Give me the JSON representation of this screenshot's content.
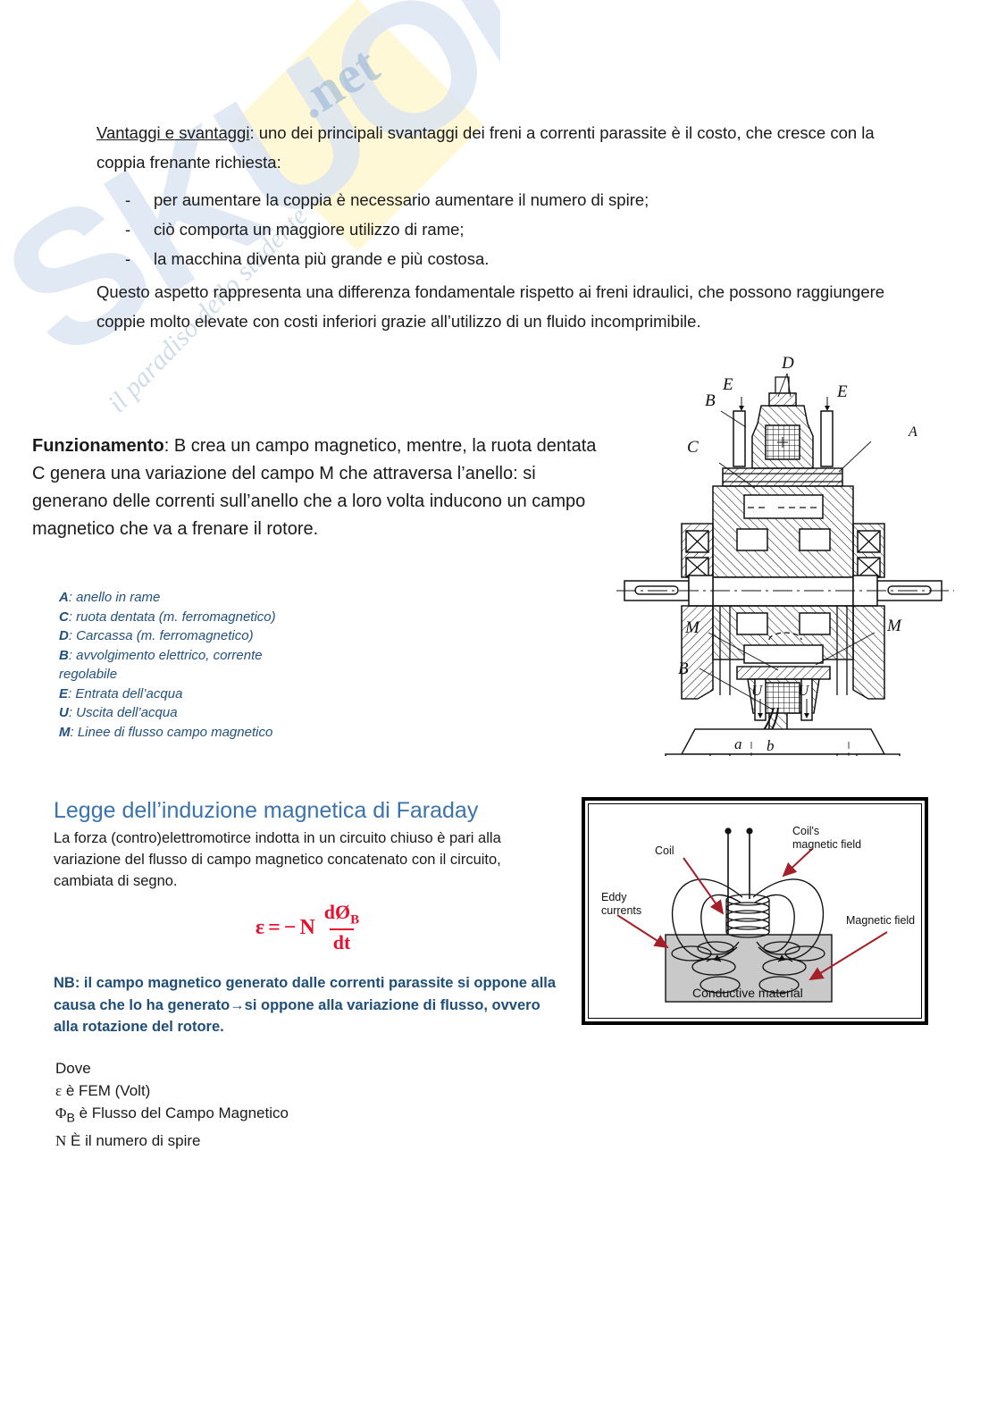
{
  "document": {
    "watermark": {
      "brand": "SKUOLA",
      "suffix": ".net",
      "tagline": "il paradiso dello studente"
    },
    "intro": {
      "lead": "Vantaggi e svantaggi",
      "rest": ": uno dei principali svantaggi dei freni a correnti parassite è il costo, che cresce con la coppia frenante richiesta:"
    },
    "bullets": [
      {
        "marker": "-",
        "text": "per aumentare la coppia è necessario aumentare il numero di spire;"
      },
      {
        "marker": "-",
        "text": "ciò comporta un maggiore utilizzo di rame;"
      },
      {
        "marker": "-",
        "text": "la macchina diventa più grande e più costosa."
      }
    ],
    "closing": "Questo aspetto rappresenta una differenza fondamentale rispetto ai freni idraulici, che possono raggiungere coppie molto elevate con costi inferiori grazie all’utilizzo di un fluido incomprimibile.",
    "funzionamento": {
      "heading": "Funzionamento",
      "body": ": B crea un campo magnetico, mentre, la ruota dentata C genera una variazione del campo M che attraversa l’anello: si generano delle correnti sull’anello che a loro volta inducono un campo magnetico che va a frenare il rotore."
    },
    "legend": [
      {
        "key": "A",
        "desc": ": anello in rame"
      },
      {
        "key": "C",
        "desc": ": ruota dentata (m. ferromagnetico)"
      },
      {
        "key": "D",
        "desc": ": Carcassa (m. ferromagnetico)"
      },
      {
        "key": "B",
        "desc": ": avvolgimento elettrico, corrente"
      },
      {
        "key": "",
        "desc": "regolabile"
      },
      {
        "key": "E",
        "desc": ": Entrata dell’acqua"
      },
      {
        "key": "U",
        "desc": ": Uscita dell’acqua"
      },
      {
        "key": "M",
        "desc": ": Linee di flusso campo magnetico"
      }
    ],
    "faraday": {
      "heading": "Legge dell’induzione magnetica di Faraday",
      "body": "La forza (contro)elettromotirce indotta in un circuito chiuso è pari alla variazione del flusso di campo magnetico concatenato con il circuito, cambiata di segno.",
      "formula": {
        "lhs": "ε",
        "equals": "=",
        "minus": "−",
        "coefficient": "N",
        "numerator": "dØ",
        "numerator_sub": "B",
        "denominator": "dt",
        "color": "#e8112d",
        "plain": "ε = −N dØB/dt"
      },
      "note": "NB: il campo magnetico generato dalle correnti parassite si oppone alla causa che lo ha generato→si oppone alla variazione di flusso, ovvero alla rotazione del rotore.",
      "where_title": "Dove",
      "where": [
        {
          "symbol": "ε",
          "sub": "",
          "text": " è FEM (Volt)"
        },
        {
          "symbol": "Φ",
          "sub": "B",
          "text": " è Flusso del Campo Magnetico"
        },
        {
          "symbol": "N",
          "sub": "",
          "text": " È il numero di spire"
        }
      ]
    },
    "figures": {
      "cross_section": {
        "caption": "",
        "labels": [
          "D",
          "E",
          "E",
          "B",
          "C",
          "A",
          "M",
          "M",
          "B",
          "U",
          "U",
          "a",
          "b"
        ]
      },
      "eddy_current": {
        "labels": {
          "coil": "Coil",
          "coils_field_line1": "Coil's",
          "coils_field_line2": "magnetic field",
          "eddy_line1": "Eddy",
          "eddy_line2": "currents",
          "magnetic_field": "Magnetic field",
          "conductive_material": "Conductive material"
        },
        "colors": {
          "arrow": "#a42028",
          "material": "#c9c9c9",
          "border": "#000000"
        }
      }
    }
  }
}
